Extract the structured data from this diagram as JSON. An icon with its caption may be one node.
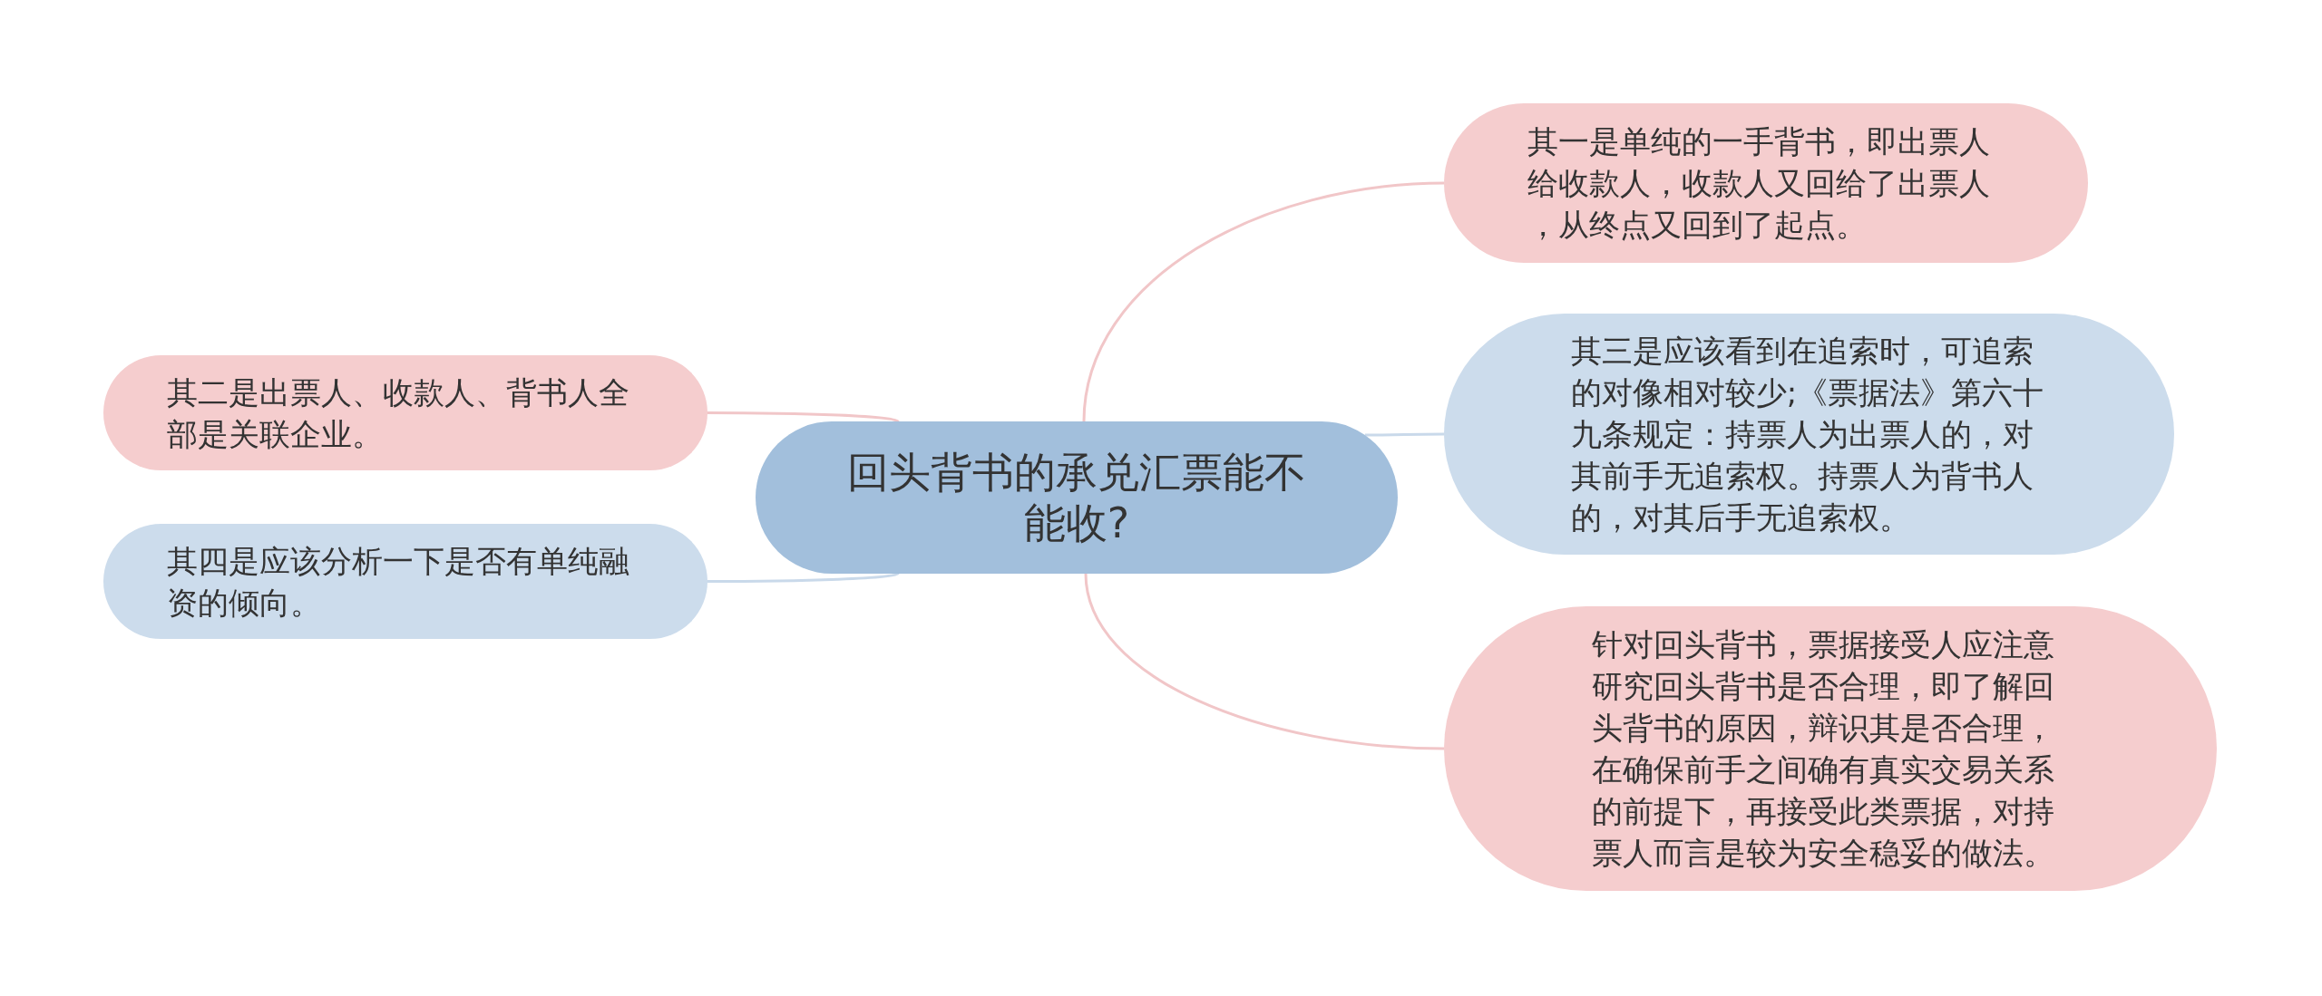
{
  "diagram": {
    "nodes": [
      {
        "text": [
          "回头背书的承兑汇票能不能收?"
        ]
      },
      {
        "text": [
          "其一是单纯的一手背书，即出票人给收款人，收款人又回给了出票人，从终点又回到了起点。"
        ]
      },
      {
        "text": [
          "其二是出票人、收款人、背书人全部是关联企业。"
        ]
      },
      {
        "text": [
          "其三是应该看到在追索时，可追索的对像相对较少;《票据法》第六十九条规定：持票人为出票人的，对其前手无追索权。持票人为背书人的，对其后手无追索权。"
        ]
      },
      {
        "text": [
          "其四是应该分析一下是否有单纯融资的倾向。"
        ]
      },
      {
        "text": [
          "针对回头背书，票据接受人应注意研究回头背书是否合理，即了解回头背书的原因，辩识其是否合理，在确保前手之间确有真实交易关系的前提下，再接受此类票据，对持票人而言是较为安全稳妥的做法。"
        ]
      }
    ],
    "edges": [
      {
        "from": 0,
        "to": 1,
        "arrow": "none"
      },
      {
        "from": 0,
        "to": 2,
        "arrow": "none"
      },
      {
        "from": 0,
        "to": 3,
        "arrow": "none",
        "color": "#c9d9ea"
      },
      {
        "from": 0,
        "to": 4,
        "arrow": "none",
        "color": "#c9d9ea"
      },
      {
        "from": 0,
        "to": 5,
        "arrow": "none"
      }
    ]
  }
}
